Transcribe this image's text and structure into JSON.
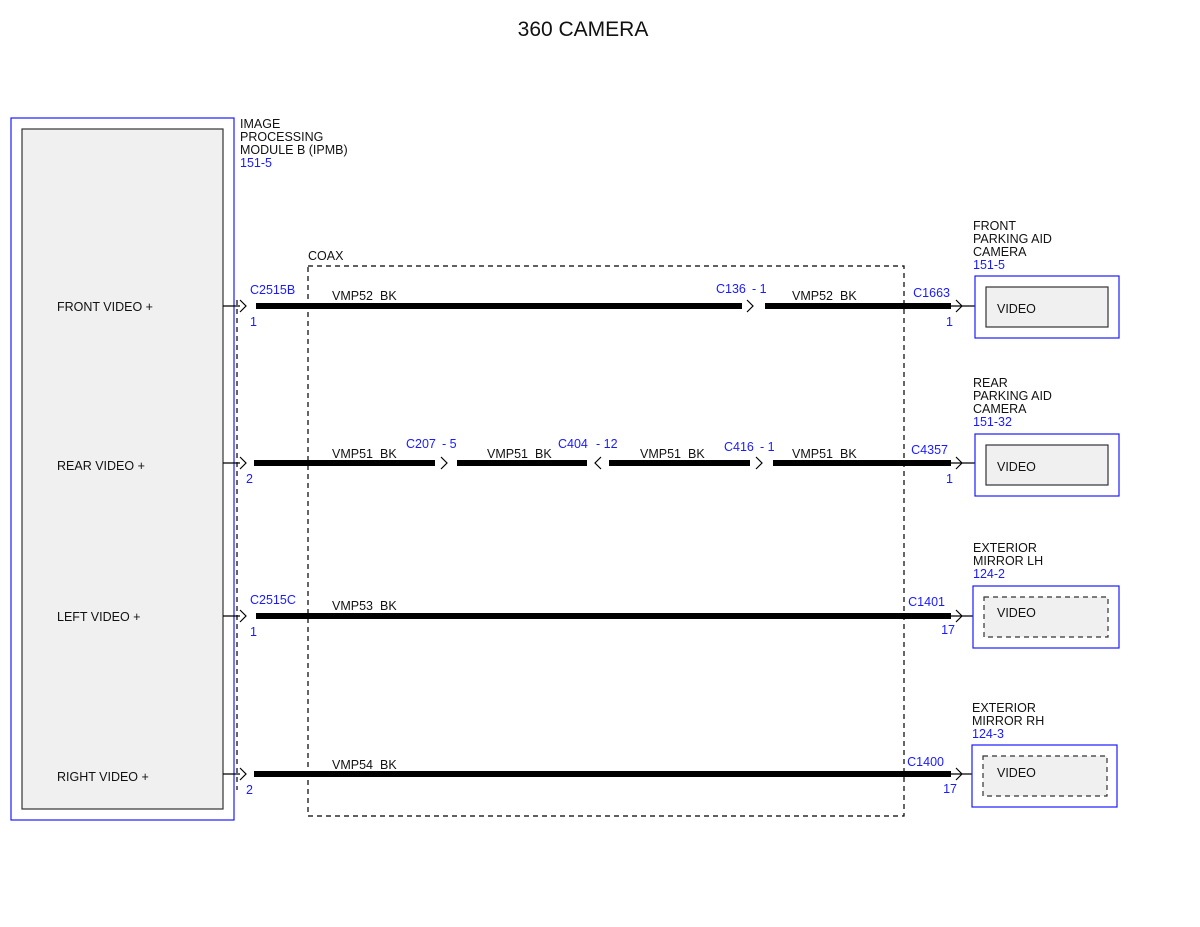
{
  "title": "360 CAMERA",
  "module": {
    "name_lines": [
      "IMAGE",
      "PROCESSING",
      "MODULE B (IPMB)"
    ],
    "ref": "151-5",
    "pins": [
      "FRONT VIDEO +",
      "REAR VIDEO +",
      "LEFT VIDEO +",
      "RIGHT VIDEO +"
    ]
  },
  "coax_label": "COAX",
  "circuits": [
    {
      "start_connector": "C2515B",
      "start_pin": "1",
      "segments": [
        {
          "wire": "VMP52",
          "color": "BK"
        },
        {
          "wire": "VMP52",
          "color": "BK"
        }
      ],
      "inline": [
        {
          "connector": "C136",
          "pin": "- 1"
        }
      ],
      "end_connector": "C1663",
      "end_pin": "1"
    },
    {
      "start_connector": "",
      "start_pin": "2",
      "segments": [
        {
          "wire": "VMP51",
          "color": "BK"
        },
        {
          "wire": "VMP51",
          "color": "BK"
        },
        {
          "wire": "VMP51",
          "color": "BK"
        },
        {
          "wire": "VMP51",
          "color": "BK"
        }
      ],
      "inline": [
        {
          "connector": "C207",
          "pin": "- 5"
        },
        {
          "connector": "C404",
          "pin": "- 12"
        },
        {
          "connector": "C416",
          "pin": "- 1"
        }
      ],
      "end_connector": "C4357",
      "end_pin": "1"
    },
    {
      "start_connector": "C2515C",
      "start_pin": "1",
      "segments": [
        {
          "wire": "VMP53",
          "color": "BK"
        }
      ],
      "inline": [],
      "end_connector": "C1401",
      "end_pin": "17"
    },
    {
      "start_connector": "",
      "start_pin": "2",
      "segments": [
        {
          "wire": "VMP54",
          "color": "BK"
        }
      ],
      "inline": [],
      "end_connector": "C1400",
      "end_pin": "17"
    }
  ],
  "components": [
    {
      "name_lines": [
        "FRONT",
        "PARKING AID",
        "CAMERA"
      ],
      "ref": "151-5",
      "pin_label": "VIDEO"
    },
    {
      "name_lines": [
        "REAR",
        "PARKING AID",
        "CAMERA"
      ],
      "ref": "151-32",
      "pin_label": "VIDEO"
    },
    {
      "name_lines": [
        "EXTERIOR",
        "MIRROR LH"
      ],
      "ref": "124-2",
      "pin_label": "VIDEO"
    },
    {
      "name_lines": [
        "EXTERIOR",
        "MIRROR RH"
      ],
      "ref": "124-3",
      "pin_label": "VIDEO"
    }
  ]
}
